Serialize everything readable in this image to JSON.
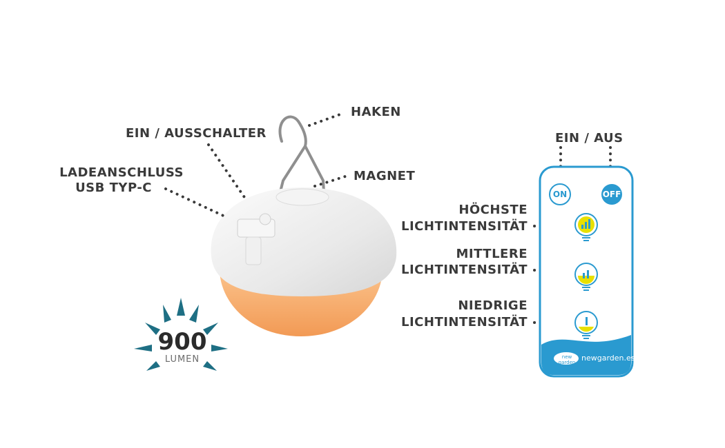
{
  "callouts": {
    "haken": "HAKEN",
    "switch": "EIN / AUSSCHALTER",
    "magnet": "MAGNET",
    "usb_line1": "LADEANSCHLUSS",
    "usb_line2": "USB TYP-C",
    "remote_onoff": "EIN / AUS",
    "high_line1": "HÖCHSTE",
    "high_line2": "LICHTINTENSITÄT",
    "mid_line1": "MITTLERE",
    "mid_line2": "LICHTINTENSITÄT",
    "low_line1": "NIEDRIGE",
    "low_line2": "LICHTINTENSITÄT"
  },
  "lumen": {
    "value": "900",
    "unit": "LUMEN"
  },
  "remote": {
    "on_label": "ON",
    "off_label": "OFF",
    "brand_logo": "new garden",
    "brand_url": "newgarden.es"
  },
  "colors": {
    "accent_blue": "#2a9ad0",
    "bulb_yellow": "#e8e000",
    "lamp_shell": "#ececec",
    "lamp_glow": "#f5a860",
    "star_teal": "#1e6f84",
    "text_dark": "#3a3a3a"
  }
}
